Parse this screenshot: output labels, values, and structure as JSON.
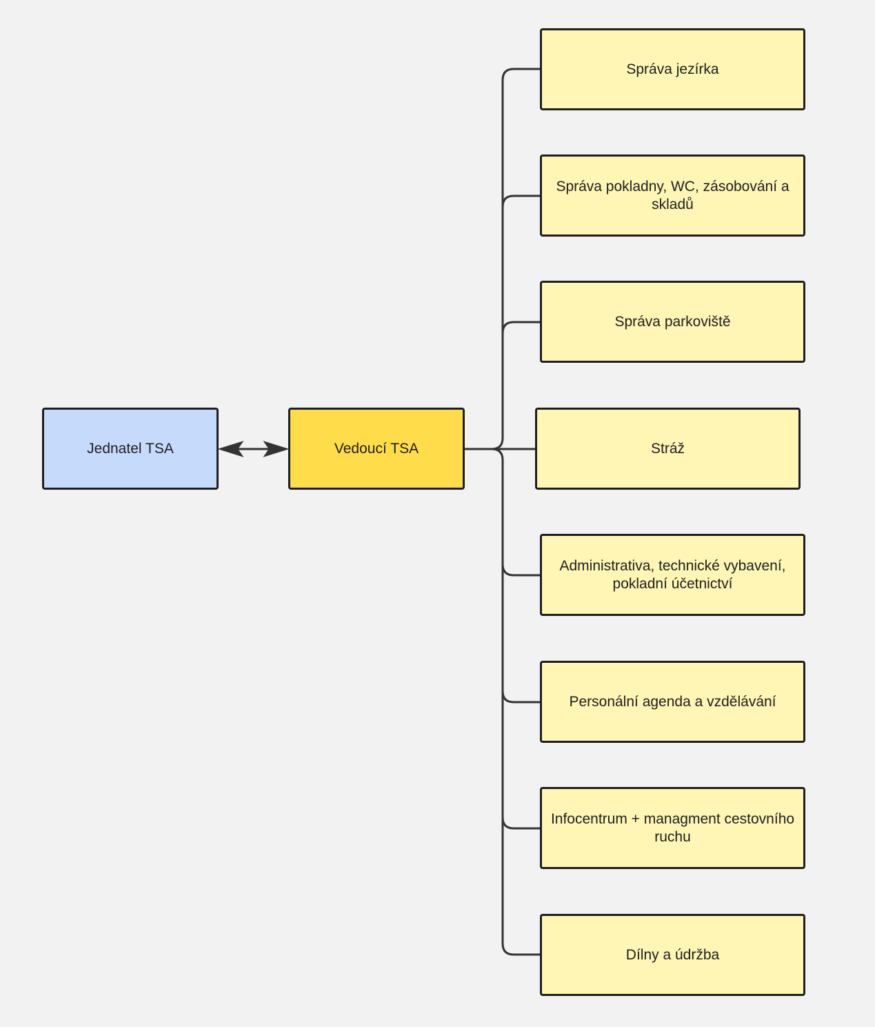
{
  "diagram": {
    "colors": {
      "background": "#f2f2f2",
      "outline": "#1e1e1e",
      "connector": "#333333",
      "jednatel_fill": "#c6dbfc",
      "vedouci_fill": "#ffdd4a",
      "child_fill": "#fff5b5"
    },
    "nodes": {
      "jednatel": "Jednatel TSA",
      "vedouci": "Vedoucí TSA"
    },
    "children": [
      {
        "label": "Správa jezírka"
      },
      {
        "label": "Správa pokladny, WC, zásobování a skladů"
      },
      {
        "label": "Správa parkoviště"
      },
      {
        "label": "Stráž"
      },
      {
        "label": "Administrativa, technické vybavení, pokladní účetnictví"
      },
      {
        "label": "Personální agenda a vzdělávání"
      },
      {
        "label": "Infocentrum + managment cestovního ruchu"
      },
      {
        "label": "Dílny a údržba"
      }
    ],
    "edges": [
      {
        "from": "jednatel",
        "to": "vedouci",
        "style": "double-arrow"
      },
      {
        "from": "vedouci",
        "to": "children",
        "style": "orthogonal-tree"
      }
    ]
  }
}
